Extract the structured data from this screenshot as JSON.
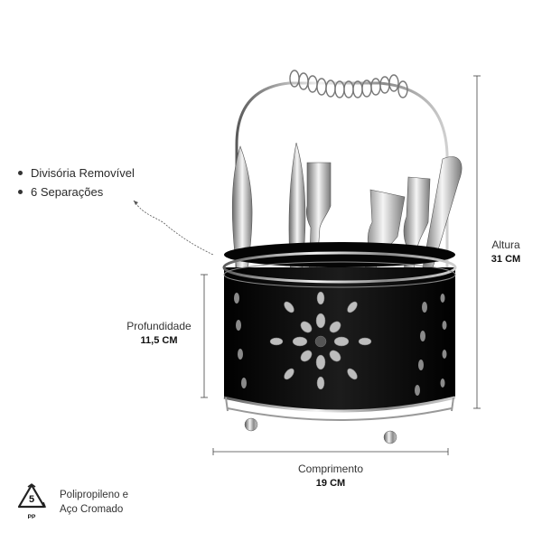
{
  "features": [
    {
      "label": "Divisória Removível"
    },
    {
      "label": "6 Separações"
    }
  ],
  "dimensions": {
    "height": {
      "label": "Altura",
      "value": "31 CM"
    },
    "depth": {
      "label": "Profundidade",
      "value": "11,5 CM"
    },
    "length": {
      "label": "Comprimento",
      "value": "19 CM"
    }
  },
  "material": {
    "recycle_number": "5",
    "recycle_code": "PP",
    "line1": "Polipropileno e",
    "line2": "Aço Cromado"
  },
  "colors": {
    "body": "#0d0d0d",
    "chrome": "#9a9a9a",
    "text": "#222222"
  }
}
